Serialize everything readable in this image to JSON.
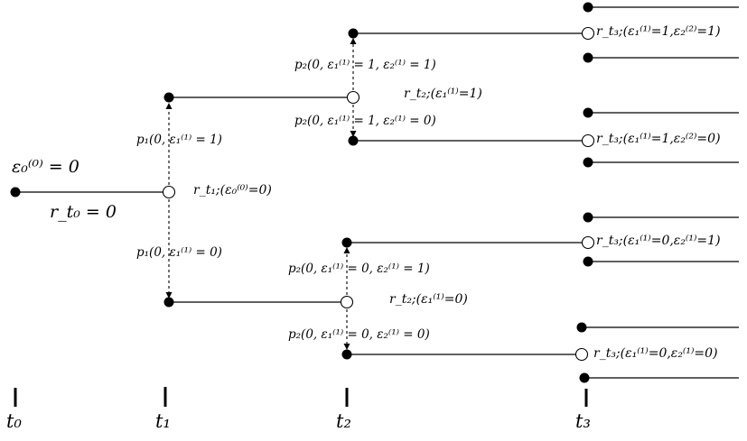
{
  "diagram": {
    "initial_state": "ε₀⁽⁰⁾ = 0",
    "initial_rate": "r_t₀ = 0",
    "time_axis": [
      "t₀",
      "t₁",
      "t₂",
      "t₃"
    ],
    "nodes": {
      "t1": {
        "rate": "r_t₁;(ε₀⁽⁰⁾=0)",
        "p_up": "p₁(0, ε₁⁽¹⁾ = 1)",
        "p_down": "p₁(0, ε₁⁽¹⁾ = 0)"
      },
      "t2_up": {
        "rate": "r_t₂;(ε₁⁽¹⁾=1)",
        "p_up": "p₂(0, ε₁⁽¹⁾ = 1, ε₂⁽¹⁾ = 1)",
        "p_down": "p₂(0, ε₁⁽¹⁾ = 1, ε₂⁽¹⁾ = 0)"
      },
      "t2_down": {
        "rate": "r_t₂;(ε₁⁽¹⁾=0)",
        "p_up": "p₂(0, ε₁⁽¹⁾ = 0, ε₂⁽¹⁾ = 1)",
        "p_down": "p₂(0, ε₁⁽¹⁾ = 0, ε₂⁽¹⁾ = 0)"
      },
      "t3": [
        {
          "rate": "r_t₃;(ε₁⁽¹⁾=1,ε₂⁽²⁾=1)"
        },
        {
          "rate": "r_t₃;(ε₁⁽¹⁾=1,ε₂⁽²⁾=0)"
        },
        {
          "rate": "r_t₃;(ε₁⁽¹⁾=0,ε₂⁽¹⁾=1)"
        },
        {
          "rate": "r_t₃;(ε₁⁽¹⁾=0,ε₂⁽¹⁾=0)"
        }
      ]
    }
  }
}
